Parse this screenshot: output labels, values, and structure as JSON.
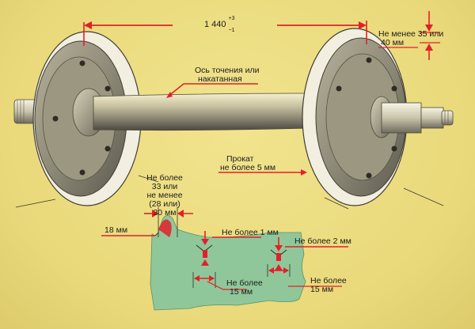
{
  "dimension_main": {
    "value": "1 440",
    "tol_upper": "+3",
    "tol_lower": "−1"
  },
  "labels": {
    "flange_top_1": "Не менее 35 или",
    "flange_top_2": "40 мм",
    "axle_1": "Ось точения или",
    "axle_2": "накатанная",
    "rolled_1": "Прокат",
    "rolled_2": "не более 5 мм",
    "flange_thick_1": "Не более",
    "flange_thick_2": "33 или",
    "flange_thick_3": "не менее",
    "flange_thick_4": "(28 или)",
    "flange_thick_5": "30 мм",
    "mm18": "18 мм",
    "defect1_depth": "Не более 1 мм",
    "defect2_depth": "Не более 2 мм",
    "defect1_w1": "Не более",
    "defect1_w2": "15 мм",
    "defect2_w1": "Не более",
    "defect2_w2": "15 мм"
  },
  "colors": {
    "background": "#ebdc7f",
    "accent_red": "#e3202a",
    "profile_green": "#8fc79a"
  }
}
